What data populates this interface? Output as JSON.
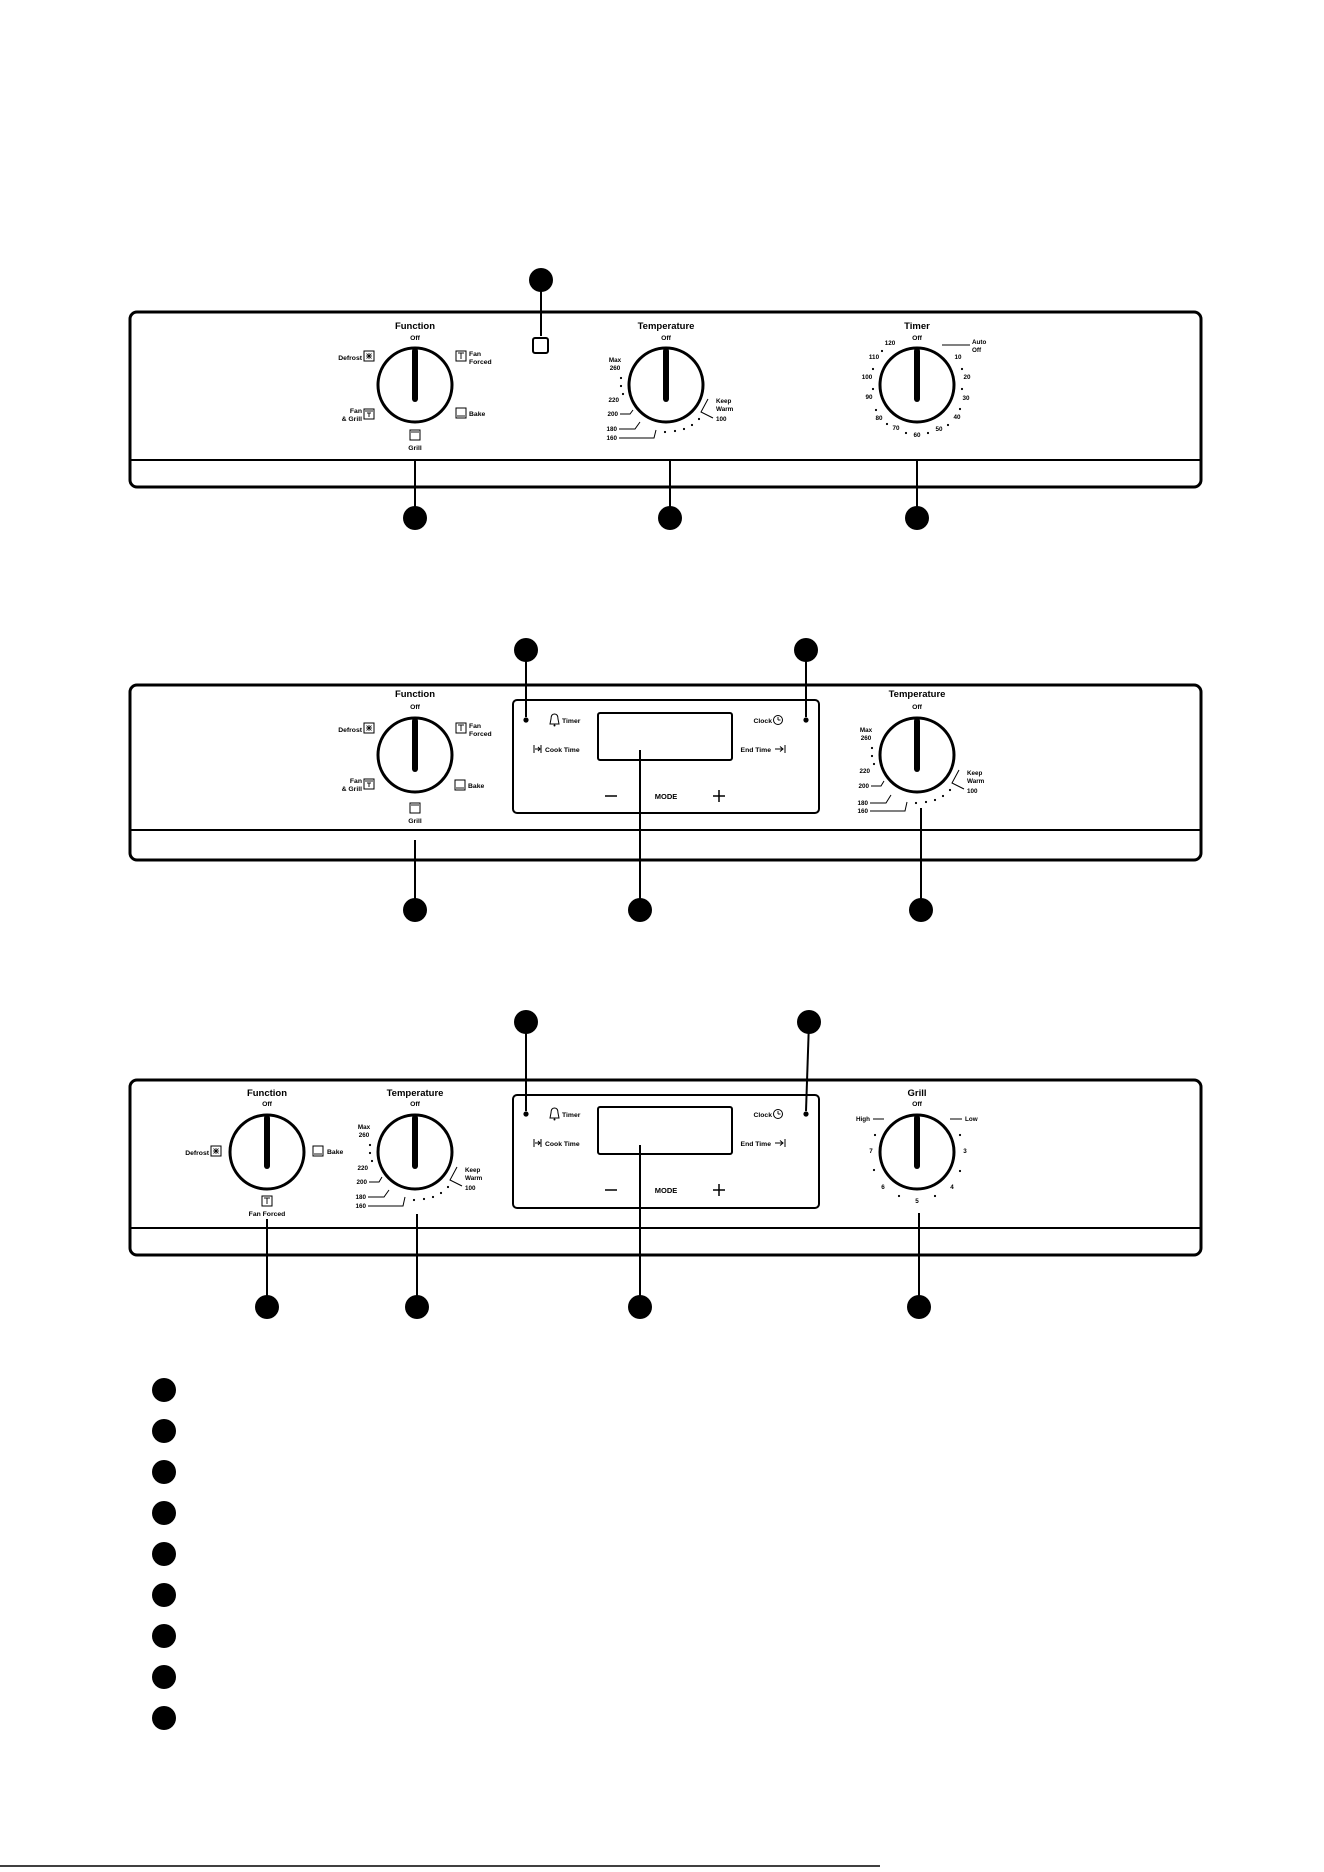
{
  "panels": {
    "p1": {
      "function": {
        "title": "Function",
        "off": "Off",
        "defrost": "Defrost",
        "fan": "Fan",
        "forced": "Forced",
        "fan_grill_1": "Fan",
        "fan_grill_2": "& Grill",
        "bake": "Bake",
        "grill": "Grill"
      },
      "temperature": {
        "title": "Temperature",
        "off": "Off",
        "max": "Max",
        "max_val": "260",
        "t220": "220",
        "t200": "200",
        "t180": "180",
        "t160": "160",
        "keep": "Keep",
        "warm": "Warm",
        "t100": "100"
      },
      "timer": {
        "title": "Timer",
        "off": "Off",
        "auto": "Auto",
        "auto_off": "Off",
        "m120": "120",
        "m110": "110",
        "m100": "100",
        "m90": "90",
        "m80": "80",
        "m70": "70",
        "m60": "60",
        "m50": "50",
        "m40": "40",
        "m30": "30",
        "m20": "20",
        "m10": "10"
      }
    },
    "p2": {
      "function": {
        "title": "Function",
        "off": "Off",
        "defrost": "Defrost",
        "fan": "Fan",
        "forced": "Forced",
        "fan_grill_1": "Fan",
        "fan_grill_2": "& Grill",
        "bake": "Bake",
        "grill": "Grill"
      },
      "display": {
        "timer": "Timer",
        "clock": "Clock",
        "cook_time": "Cook Time",
        "end_time": "End Time",
        "mode": "MODE"
      },
      "temperature": {
        "title": "Temperature",
        "off": "Off",
        "max": "Max",
        "max_val": "260",
        "t220": "220",
        "t200": "200",
        "t180": "180",
        "t160": "160",
        "keep": "Keep",
        "warm": "Warm",
        "t100": "100"
      }
    },
    "p3": {
      "function": {
        "title": "Function",
        "off": "Off",
        "defrost": "Defrost",
        "bake": "Bake",
        "fan_forced": "Fan Forced"
      },
      "temperature": {
        "title": "Temperature",
        "off": "Off",
        "max": "Max",
        "max_val": "260",
        "t220": "220",
        "t200": "200",
        "t180": "180",
        "t160": "160",
        "keep": "Keep",
        "warm": "Warm",
        "t100": "100"
      },
      "display": {
        "timer": "Timer",
        "clock": "Clock",
        "cook_time": "Cook Time",
        "end_time": "End Time",
        "mode": "MODE"
      },
      "grill": {
        "title": "Grill",
        "off": "Off",
        "high": "High",
        "low": "Low",
        "g7": "7",
        "g6": "6",
        "g5": "5",
        "g4": "4",
        "g3": "3"
      }
    }
  },
  "legend_count": 9,
  "colors": {
    "ink": "#000000",
    "paper": "#ffffff"
  }
}
